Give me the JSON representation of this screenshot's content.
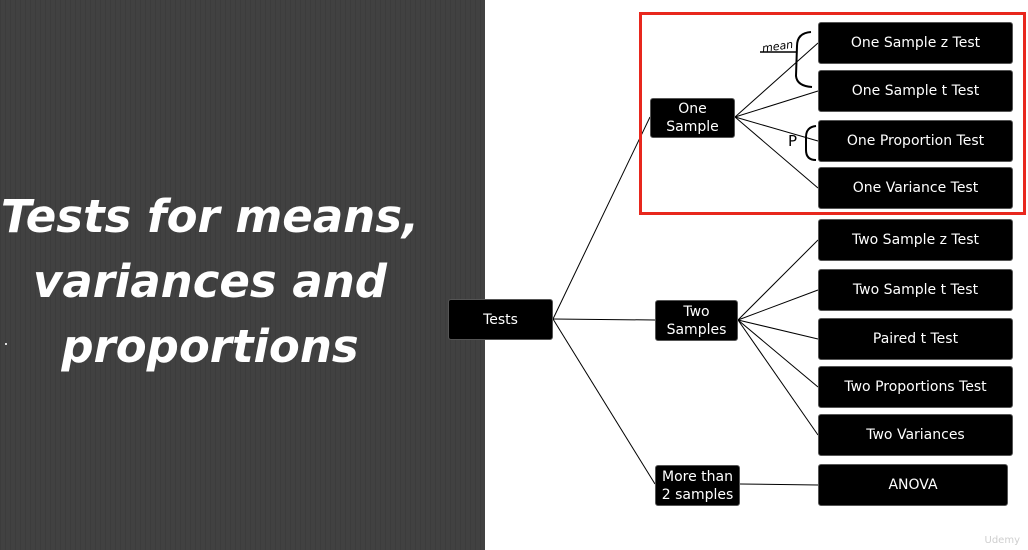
{
  "slide_title_lines": [
    "Tests for means,",
    "variances and",
    "proportions"
  ],
  "diagram": {
    "root": "Tests",
    "groups": [
      {
        "label": "One\nSample",
        "tests": [
          "One Sample z Test",
          "One Sample t Test",
          "One Proportion Test",
          "One Variance Test"
        ]
      },
      {
        "label": "Two\nSamples",
        "tests": [
          "Two Sample z Test",
          "Two Sample t Test",
          "Paired t Test",
          "Two Proportions Test",
          "Two Variances"
        ]
      },
      {
        "label": "More than\n2 samples",
        "tests": [
          "ANOVA"
        ]
      }
    ]
  },
  "annotations": {
    "mean_note": "mean",
    "proportion_note": "P"
  },
  "highlight_color": "#e8271d",
  "watermark": "Udemy"
}
